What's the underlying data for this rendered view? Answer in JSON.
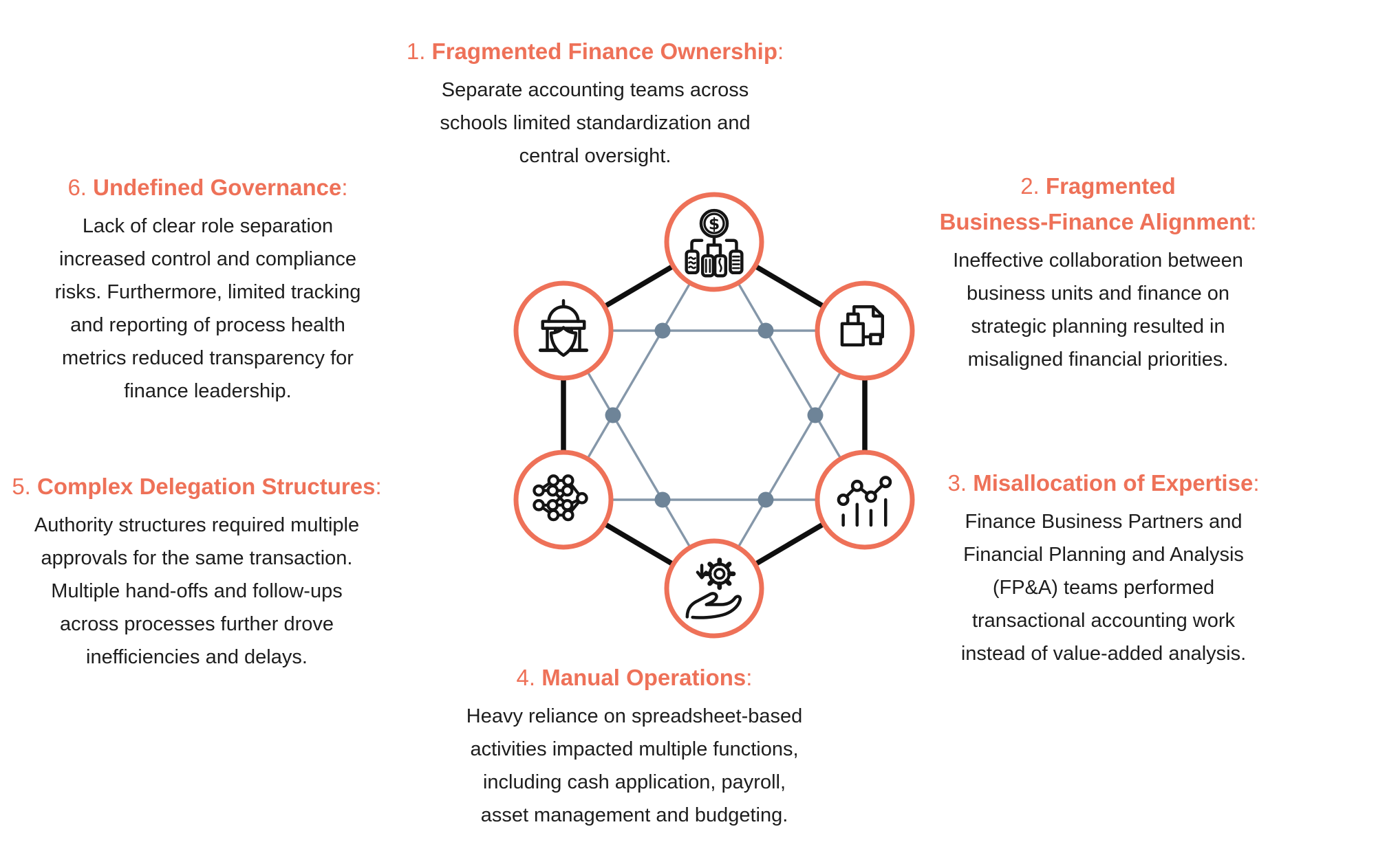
{
  "colors": {
    "accent_orange": "#EE7158",
    "line_slate": "#8597A9",
    "dot_slate": "#6E8498",
    "edge_black": "#0F0F0F",
    "icon_black": "#141414",
    "body_text": "#1D1D1D",
    "background": "#FFFFFF"
  },
  "challenges": [
    {
      "number": "1.",
      "title_line1": "Fragmented Finance Ownership",
      "colon1": ":",
      "title_line2": "",
      "colon2": "",
      "body": [
        "Separate accounting teams across",
        "schools limited standardization and",
        "central oversight."
      ]
    },
    {
      "number": "2.",
      "title_line1": "Fragmented",
      "colon1": "",
      "title_line2": "Business-Finance Alignment",
      "colon2": ":",
      "body": [
        "Ineffective collaboration between",
        "business units and finance on",
        "strategic planning resulted in",
        "misaligned financial priorities."
      ]
    },
    {
      "number": "3.",
      "title_line1": "Misallocation of Expertise",
      "colon1": ":",
      "title_line2": "",
      "colon2": "",
      "body": [
        "Finance Business Partners and",
        "Financial Planning and Analysis",
        "(FP&A) teams performed",
        "transactional accounting work",
        "instead of value-added analysis."
      ]
    },
    {
      "number": "4.",
      "title_line1": "Manual Operations",
      "colon1": ":",
      "title_line2": "",
      "colon2": "",
      "body": [
        "Heavy reliance on spreadsheet-based",
        "activities impacted multiple functions,",
        "including cash application, payroll,",
        "asset management and budgeting."
      ]
    },
    {
      "number": "5.",
      "title_line1": "Complex Delegation Structures",
      "colon1": ":",
      "title_line2": "",
      "colon2": "",
      "body": [
        "Authority structures required multiple",
        "approvals for the same transaction.",
        "Multiple hand-offs and follow-ups",
        "across processes further drove",
        "inefficiencies and delays."
      ]
    },
    {
      "number": "6.",
      "title_line1": "Undefined Governance",
      "colon1": ":",
      "title_line2": "",
      "colon2": "",
      "body": [
        "Lack of clear role separation",
        "increased control and compliance",
        "risks. Furthermore, limited tracking",
        "and reporting of process health",
        "metrics reduced transparency for",
        "finance leadership."
      ]
    }
  ],
  "diagram": {
    "coin_symbol": "$",
    "nodes": [
      {
        "challenge": "1",
        "icon": "coin-network-icon"
      },
      {
        "challenge": "2",
        "icon": "documents-copies-icon"
      },
      {
        "challenge": "3",
        "icon": "analytics-chart-icon"
      },
      {
        "challenge": "4",
        "icon": "hand-gear-icon"
      },
      {
        "challenge": "5",
        "icon": "network-graph-icon"
      },
      {
        "challenge": "6",
        "icon": "institution-shield-icon"
      }
    ]
  }
}
